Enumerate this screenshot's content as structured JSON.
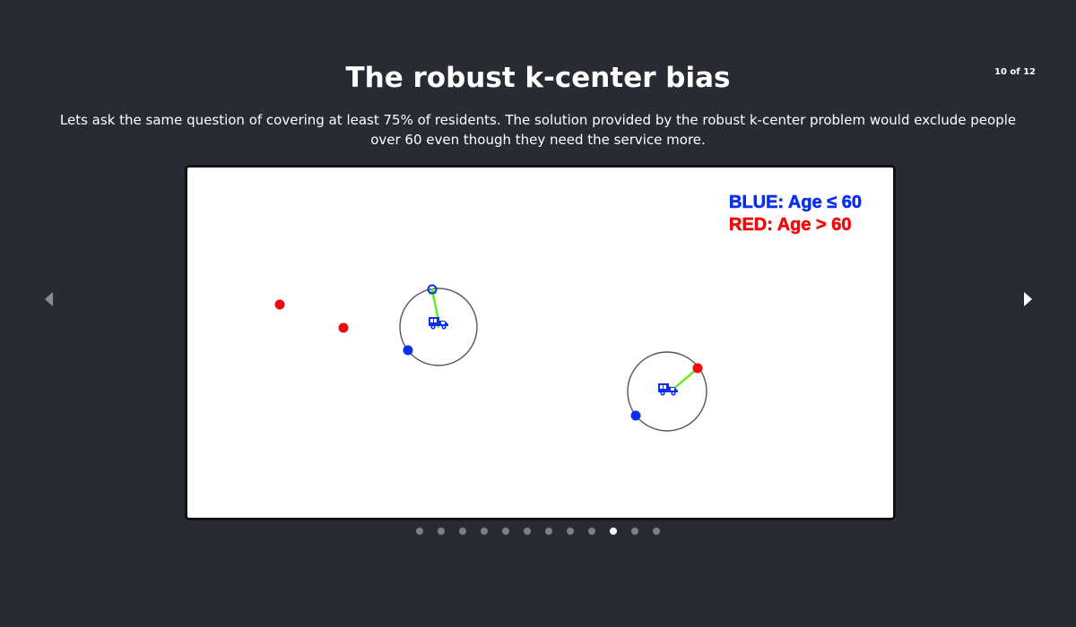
{
  "slide": {
    "title": "The robust k-center bias",
    "counter": "10 of 12",
    "caption": "Lets ask the same question of covering at least 75% of residents. The solution provided by the robust k-center problem would exclude people over 60 even though they need the service more."
  },
  "figure": {
    "legend": {
      "blue_label": "BLUE: Age ≤ 60",
      "red_label": "RED: Age > 60"
    },
    "colors": {
      "blue": "#0a2ff0",
      "red": "#f00a0a",
      "arrow": "#66ee22",
      "circle": "#555555"
    },
    "icons": [
      "ambulance-icon"
    ]
  },
  "navigation": {
    "prev_icon": "triangle-left-icon",
    "next_icon": "triangle-right-icon",
    "total_slides": 12,
    "current_index": 10
  }
}
